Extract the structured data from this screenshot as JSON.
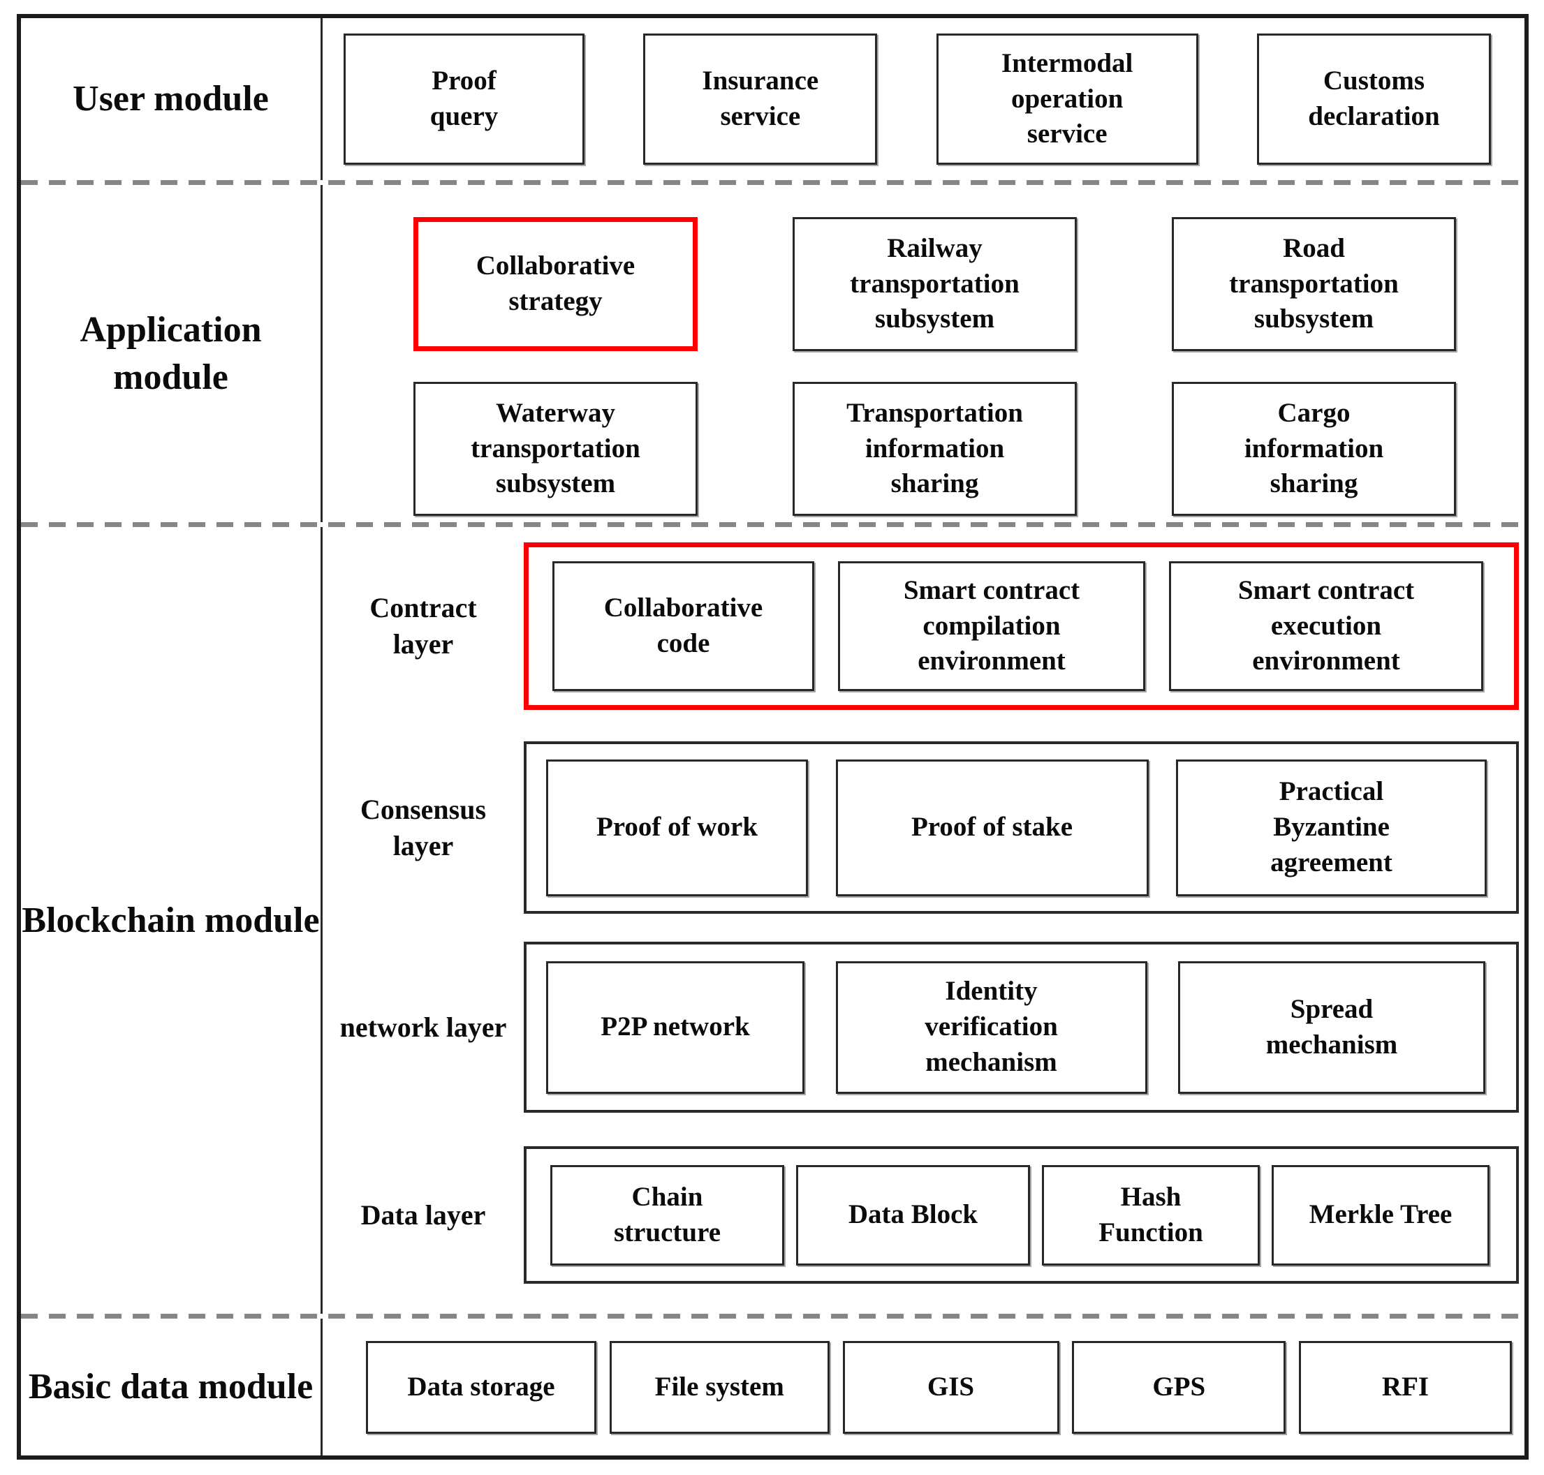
{
  "colors": {
    "highlight_red": "#ff0000",
    "line_black": "#1b1b1b",
    "dashed_gray": "#868686",
    "background": "#ffffff"
  },
  "modules": [
    {
      "label": "User module",
      "boxes": [
        {
          "label": "Proof query"
        },
        {
          "label": "Insurance service"
        },
        {
          "label": "Intermodal operation service"
        },
        {
          "label": "Customs declaration"
        }
      ]
    },
    {
      "label": "Application module",
      "rows": [
        [
          {
            "label": "Collaborative strategy",
            "highlighted": true
          },
          {
            "label": "Railway transportation subsystem"
          },
          {
            "label": "Road transportation subsystem"
          }
        ],
        [
          {
            "label": "Waterway transportation subsystem"
          },
          {
            "label": "Transportation information sharing"
          },
          {
            "label": "Cargo information sharing"
          }
        ]
      ]
    },
    {
      "label": "Blockchain module",
      "layers": [
        {
          "label": "Contract layer",
          "highlighted": true,
          "boxes": [
            {
              "label": "Collaborative code"
            },
            {
              "label": "Smart contract compilation environment"
            },
            {
              "label": "Smart contract execution environment"
            }
          ]
        },
        {
          "label": "Consensus layer",
          "highlighted": false,
          "boxes": [
            {
              "label": "Proof of work"
            },
            {
              "label": "Proof of stake"
            },
            {
              "label": "Practical Byzantine agreement"
            }
          ]
        },
        {
          "label": "network layer",
          "highlighted": false,
          "boxes": [
            {
              "label": "P2P network"
            },
            {
              "label": "Identity verification mechanism"
            },
            {
              "label": "Spread mechanism"
            }
          ]
        },
        {
          "label": "Data layer",
          "highlighted": false,
          "boxes": [
            {
              "label": "Chain structure"
            },
            {
              "label": "Data Block"
            },
            {
              "label": "Hash Function"
            },
            {
              "label": "Merkle Tree"
            }
          ]
        }
      ]
    },
    {
      "label": "Basic data module",
      "boxes": [
        {
          "label": "Data storage"
        },
        {
          "label": "File system"
        },
        {
          "label": "GIS"
        },
        {
          "label": "GPS"
        },
        {
          "label": "RFI"
        }
      ]
    }
  ]
}
